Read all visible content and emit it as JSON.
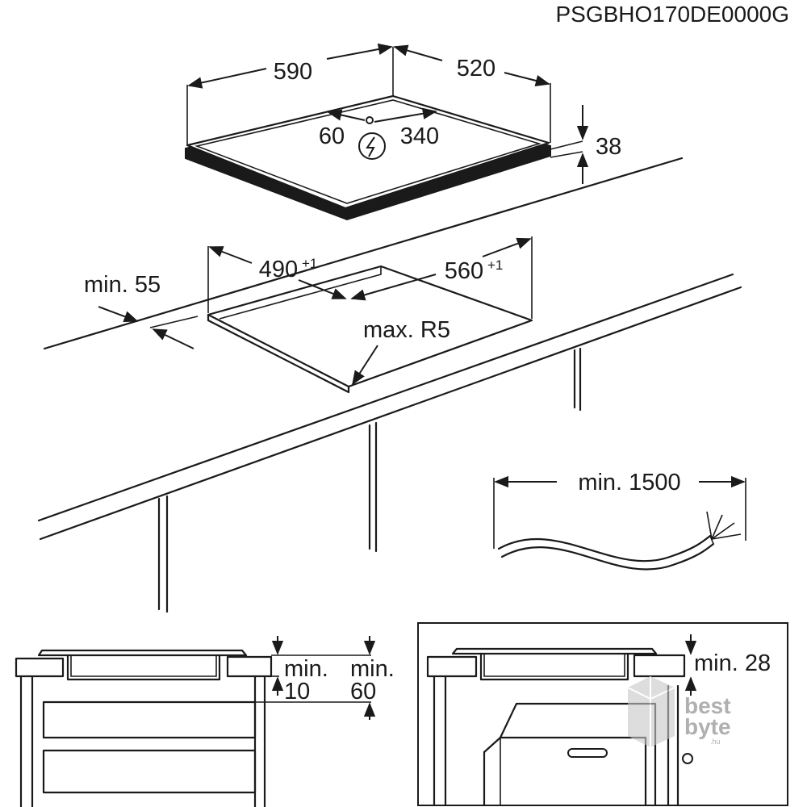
{
  "product_code": "PSGBHO170DE0000G",
  "hob": {
    "width": "590",
    "depth": "520",
    "connection_offset_left": "60",
    "connection_offset_right": "340",
    "height": "38",
    "electric_icon": "lightning-bolt-icon"
  },
  "cutout": {
    "depth_value": "490",
    "depth_tolerance": "+1",
    "width_value": "560",
    "width_tolerance": "+1",
    "front_margin": "min. 55",
    "corner_radius": "max. R5"
  },
  "cable": {
    "length": "min. 1500"
  },
  "section_left": {
    "clearance_below_line1": "min.",
    "clearance_below_line2": "10",
    "clearance_drawer_line1": "min.",
    "clearance_drawer_line2": "60"
  },
  "section_right": {
    "clearance_oven": "min. 28"
  },
  "watermark": {
    "line1": "best",
    "line2": "byte",
    "suffix": ".hu"
  }
}
